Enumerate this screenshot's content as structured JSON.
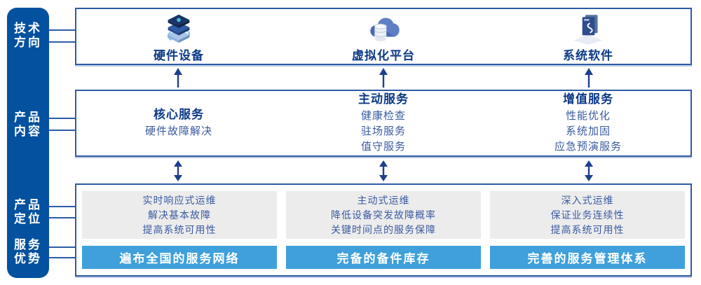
{
  "colors": {
    "sidebar_bg": "#03519F",
    "sidebar_text": "#FFFFFF",
    "box_border": "#2C5BA7",
    "connector": "#2C5BA7",
    "heading_text": "#0C3A86",
    "body_text": "#3A5BA0",
    "gray_box_bg": "#ECECEC",
    "blue_bar_bg": "#3FA0DB",
    "blue_bar_text": "#FFFFFF",
    "arrow": "#1C3F8E"
  },
  "sidebar": {
    "items": [
      {
        "line1": "技术",
        "line2": "方向"
      },
      {
        "line1": "产品",
        "line2": "内容"
      },
      {
        "line1": "产品",
        "line2": "定位"
      },
      {
        "line1": "服务",
        "line2": "优势"
      }
    ]
  },
  "tech_row": {
    "columns": [
      {
        "icon": "server-stack-icon",
        "label": "硬件设备"
      },
      {
        "icon": "cloud-database-icon",
        "label": "虚拟化平台"
      },
      {
        "icon": "software-window-icon",
        "label": "系统软件"
      }
    ]
  },
  "content_row": {
    "columns": [
      {
        "title": "核心服务",
        "lines": [
          "硬件故障解决"
        ]
      },
      {
        "title": "主动服务",
        "lines": [
          "健康检查",
          "驻场服务",
          "值守服务"
        ]
      },
      {
        "title": "增值服务",
        "lines": [
          "性能优化",
          "系统加固",
          "应急预演服务"
        ]
      }
    ]
  },
  "bottom_row": {
    "columns": [
      {
        "positioning": [
          "实时响应式运维",
          "解决基本故障",
          "提高系统可用性"
        ],
        "advantage": "遍布全国的服务网络"
      },
      {
        "positioning": [
          "主动式运维",
          "降低设备突发故障概率",
          "关键时间点的服务保障"
        ],
        "advantage": "完备的备件库存"
      },
      {
        "positioning": [
          "深入式运维",
          "保证业务连续性",
          "提高系统可用性"
        ],
        "advantage": "完善的服务管理体系"
      }
    ]
  }
}
